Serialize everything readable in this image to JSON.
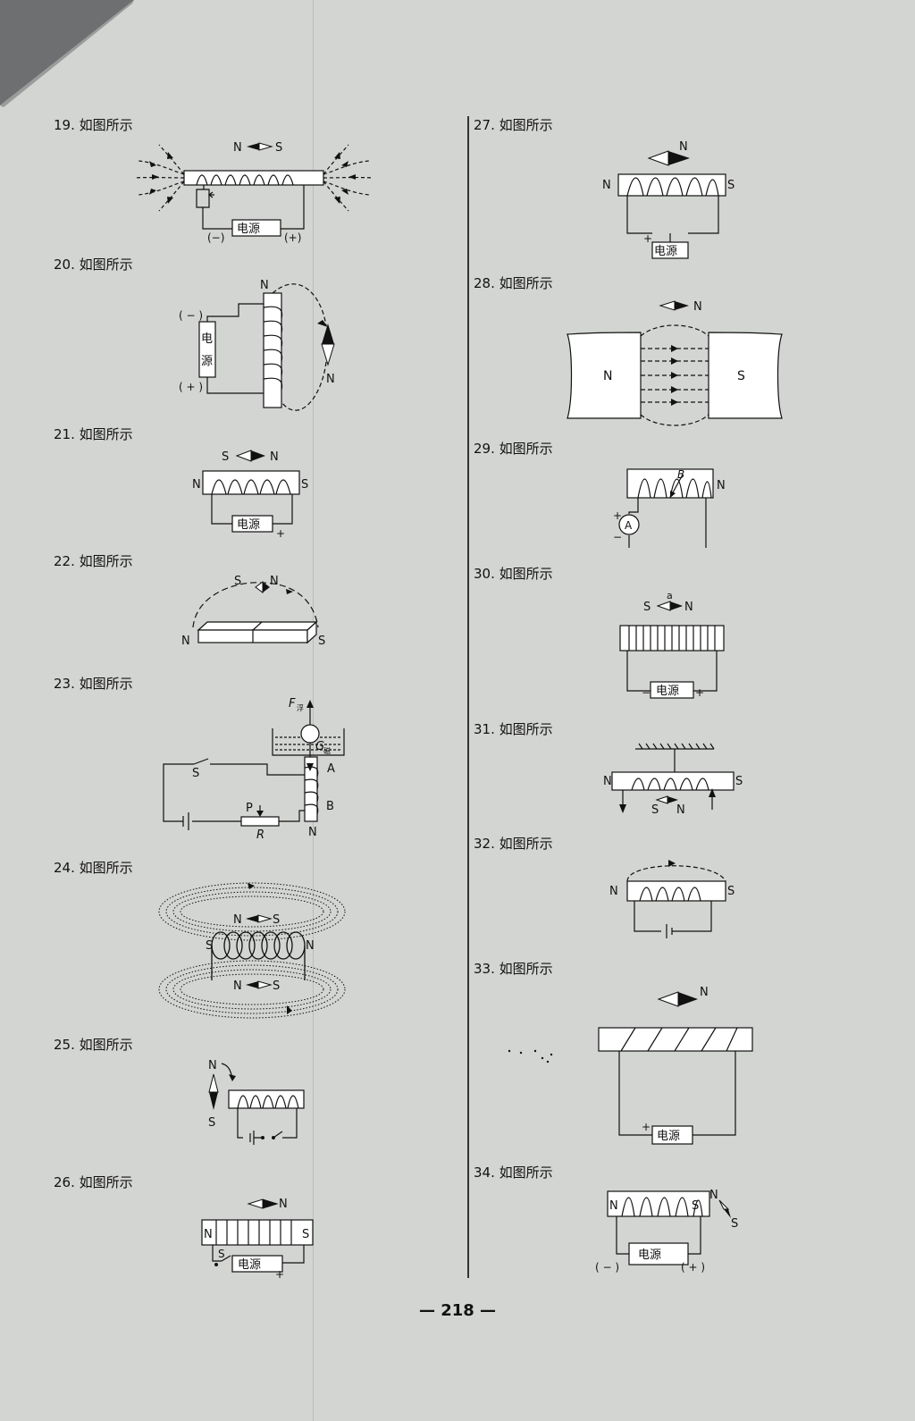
{
  "items": {
    "i19": {
      "num": "19.",
      "text": "如图所示"
    },
    "i20": {
      "num": "20.",
      "text": "如图所示"
    },
    "i21": {
      "num": "21.",
      "text": "如图所示"
    },
    "i22": {
      "num": "22.",
      "text": "如图所示"
    },
    "i23": {
      "num": "23.",
      "text": "如图所示"
    },
    "i24": {
      "num": "24.",
      "text": "如图所示"
    },
    "i25": {
      "num": "25.",
      "text": "如图所示"
    },
    "i26": {
      "num": "26.",
      "text": "如图所示"
    },
    "i27": {
      "num": "27.",
      "text": "如图所示"
    },
    "i28": {
      "num": "28.",
      "text": "如图所示"
    },
    "i29": {
      "num": "29.",
      "text": "如图所示"
    },
    "i30": {
      "num": "30.",
      "text": "如图所示"
    },
    "i31": {
      "num": "31.",
      "text": "如图所示"
    },
    "i32": {
      "num": "32.",
      "text": "如图所示"
    },
    "i33": {
      "num": "33.",
      "text": "如图所示"
    },
    "i34": {
      "num": "34.",
      "text": "如图所示"
    }
  },
  "labels": {
    "N": "N",
    "S": "S",
    "power": "电源",
    "power_c1": "电",
    "power_c2": "源",
    "plus": "+",
    "minus": "−",
    "plus_paren": "(+)",
    "minus_paren": "(−)",
    "plus_paren_sp": "( + )",
    "minus_paren_sp": "( − )",
    "A": "A",
    "B": "B",
    "P": "P",
    "R": "R",
    "a": "a",
    "ammeter": "A",
    "F": "F",
    "F_sub": "浮",
    "G": "G",
    "G_sub": "磁"
  },
  "page_number": "— 218 —"
}
